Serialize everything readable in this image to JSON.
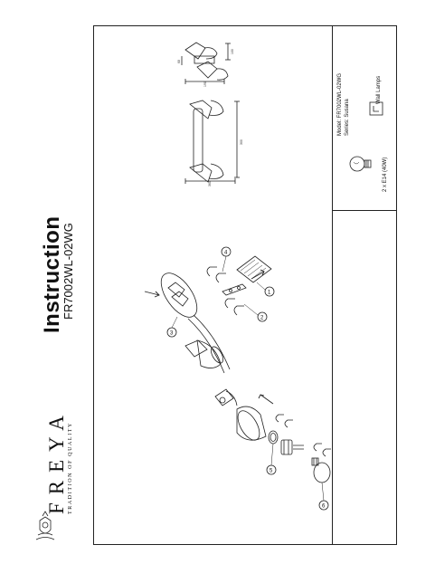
{
  "header": {
    "title": "Instruction",
    "model": "FR7002WL-02WG",
    "brand": "FREYA",
    "tagline": "TRADITION OF QUALITY"
  },
  "spec_panel": {
    "model_line": "Model: FR7002WL-02WG",
    "series_line": "Series: Susana",
    "type_label": "Wall Lamps",
    "bulb_spec": "2 x E14 (40W)"
  },
  "steps": [
    "1",
    "2",
    "3",
    "4",
    "5",
    "6"
  ],
  "dimensions": {
    "width": "360",
    "height": "300",
    "depth": "190",
    "shade": "100",
    "base": "68"
  },
  "colors": {
    "line": "#222222",
    "paper": "#ffffff"
  }
}
